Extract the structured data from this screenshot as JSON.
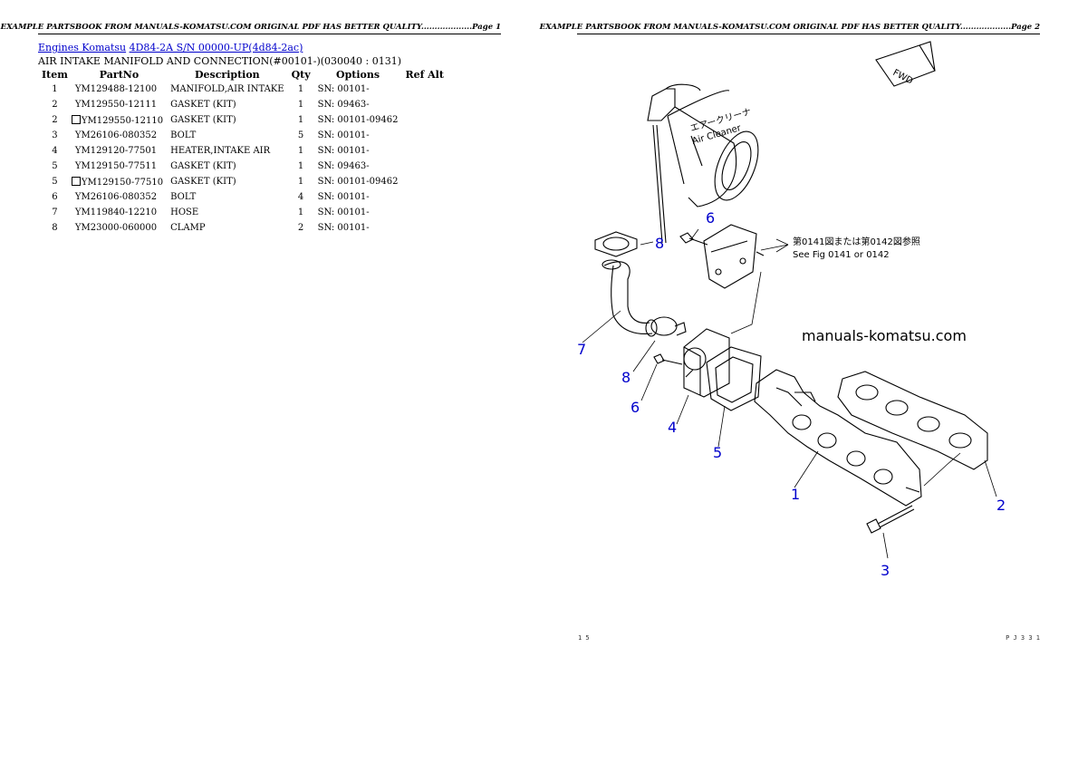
{
  "page1": {
    "header": "EXAMPLE PARTSBOOK FROM MANUALS-KOMATSU.COM ORIGINAL PDF HAS BETTER QUALITY...................Page 1",
    "breadcrumb": {
      "link1": "Engines Komatsu",
      "link2": "4D84-2A S/N 00000-UP(4d84-2ac)"
    },
    "subtitle": "AIR INTAKE MANIFOLD AND CONNECTION(#00101-)(030040 : 0131)",
    "table": {
      "headers": [
        "Item",
        "PartNo",
        "Description",
        "Qty",
        "Options",
        "Ref Alt"
      ],
      "rows": [
        {
          "item": "1",
          "boxed": false,
          "partno": "YM129488-12100",
          "desc": "MANIFOLD,AIR INTAKE",
          "qty": "1",
          "opt": "SN: 00101-"
        },
        {
          "item": "2",
          "boxed": false,
          "partno": "YM129550-12111",
          "desc": "GASKET (KIT)",
          "qty": "1",
          "opt": "SN: 09463-"
        },
        {
          "item": "2",
          "boxed": true,
          "partno": "YM129550-12110",
          "desc": "GASKET (KIT)",
          "qty": "1",
          "opt": "SN: 00101-09462"
        },
        {
          "item": "3",
          "boxed": false,
          "partno": "YM26106-080352",
          "desc": "BOLT",
          "qty": "5",
          "opt": "SN: 00101-"
        },
        {
          "item": "4",
          "boxed": false,
          "partno": "YM129120-77501",
          "desc": "HEATER,INTAKE AIR",
          "qty": "1",
          "opt": "SN: 00101-"
        },
        {
          "item": "5",
          "boxed": false,
          "partno": "YM129150-77511",
          "desc": "GASKET (KIT)",
          "qty": "1",
          "opt": "SN: 09463-"
        },
        {
          "item": "5",
          "boxed": true,
          "partno": "YM129150-77510",
          "desc": "GASKET (KIT)",
          "qty": "1",
          "opt": "SN: 00101-09462"
        },
        {
          "item": "6",
          "boxed": false,
          "partno": "YM26106-080352",
          "desc": "BOLT",
          "qty": "4",
          "opt": "SN: 00101-"
        },
        {
          "item": "7",
          "boxed": false,
          "partno": "YM119840-12210",
          "desc": "HOSE",
          "qty": "1",
          "opt": "SN: 00101-"
        },
        {
          "item": "8",
          "boxed": false,
          "partno": "YM23000-060000",
          "desc": "CLAMP",
          "qty": "2",
          "opt": "SN: 00101-"
        }
      ]
    }
  },
  "page2": {
    "header": "EXAMPLE PARTSBOOK FROM MANUALS-KOMATSU.COM ORIGINAL PDF HAS BETTER QUALITY...................Page 2",
    "diagram": {
      "watermark": "manuals-komatsu.com",
      "fwd_label": "FWD",
      "air_cleaner_jp": "エアークリーナ",
      "air_cleaner_en": "Air Cleaner",
      "see_fig_jp": "第0141図または第0142図参照",
      "see_fig_en": "See Fig 0141 or 0142",
      "callouts": {
        "c1": "1",
        "c2": "2",
        "c3": "3",
        "c4": "4",
        "c5": "5",
        "c6a": "6",
        "c6b": "6",
        "c7": "7",
        "c8a": "8",
        "c8b": "8"
      },
      "footer_left": "1 5",
      "footer_right": "P J 3 3 1"
    }
  },
  "colors": {
    "link": "#0000cc",
    "callout": "#0000cc"
  }
}
